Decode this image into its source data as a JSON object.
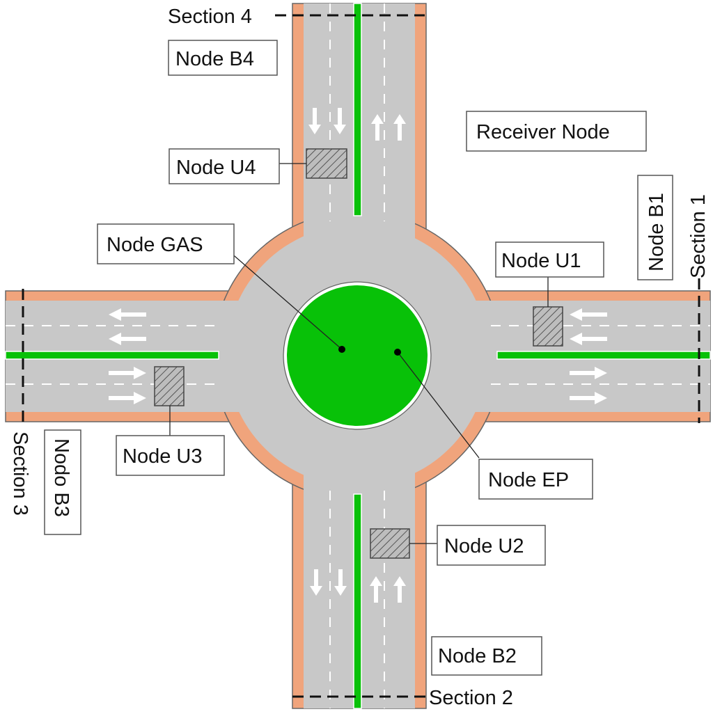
{
  "diagram": {
    "sections": {
      "s1": "Section 1",
      "s2": "Section 2",
      "s3": "Section 3",
      "s4": "Section 4"
    },
    "nodes": {
      "b1": "Node B1",
      "b2": "Node B2",
      "b3": "Nodo B3",
      "b4": "Node B4",
      "u1": "Node U1",
      "u2": "Node U2",
      "u3": "Node U3",
      "u4": "Node U4",
      "gas": "Node GAS",
      "ep": "Node EP",
      "receiver": "Receiver Node"
    },
    "colors": {
      "road": "#c8c8c8",
      "sidewalk": "#f0a47c",
      "green": "#08c108",
      "lane_line": "#ffffff",
      "section_line": "#111111"
    }
  }
}
